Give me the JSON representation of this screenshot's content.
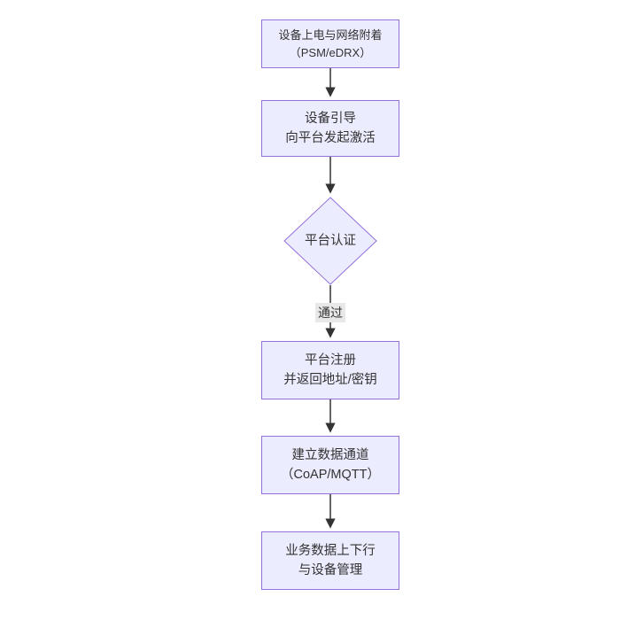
{
  "diagram": {
    "type": "flowchart-vertical",
    "colors": {
      "background": "#ffffff",
      "node_fill": "#ECECFF",
      "node_border": "#9370DB",
      "text": "#333333",
      "arrow": "#333333",
      "edge_label_bg": "#e8e8e8"
    },
    "nodes": {
      "power_attach": {
        "shape": "rect",
        "line1": "设备上电与网络附着",
        "line2": "（PSM/eDRX）"
      },
      "bootstrap": {
        "shape": "rect",
        "line1": "设备引导",
        "line2": "向平台发起激活"
      },
      "auth": {
        "shape": "diamond",
        "label": "平台认证"
      },
      "register": {
        "shape": "rect",
        "line1": "平台注册",
        "line2": "并返回地址/密钥"
      },
      "channel": {
        "shape": "rect",
        "line1": "建立数据通道",
        "line2": "（CoAP/MQTT）"
      },
      "business": {
        "shape": "rect",
        "line1": "业务数据上下行",
        "line2": "与设备管理"
      }
    },
    "edges": {
      "auth_to_register_label": "通过"
    }
  }
}
